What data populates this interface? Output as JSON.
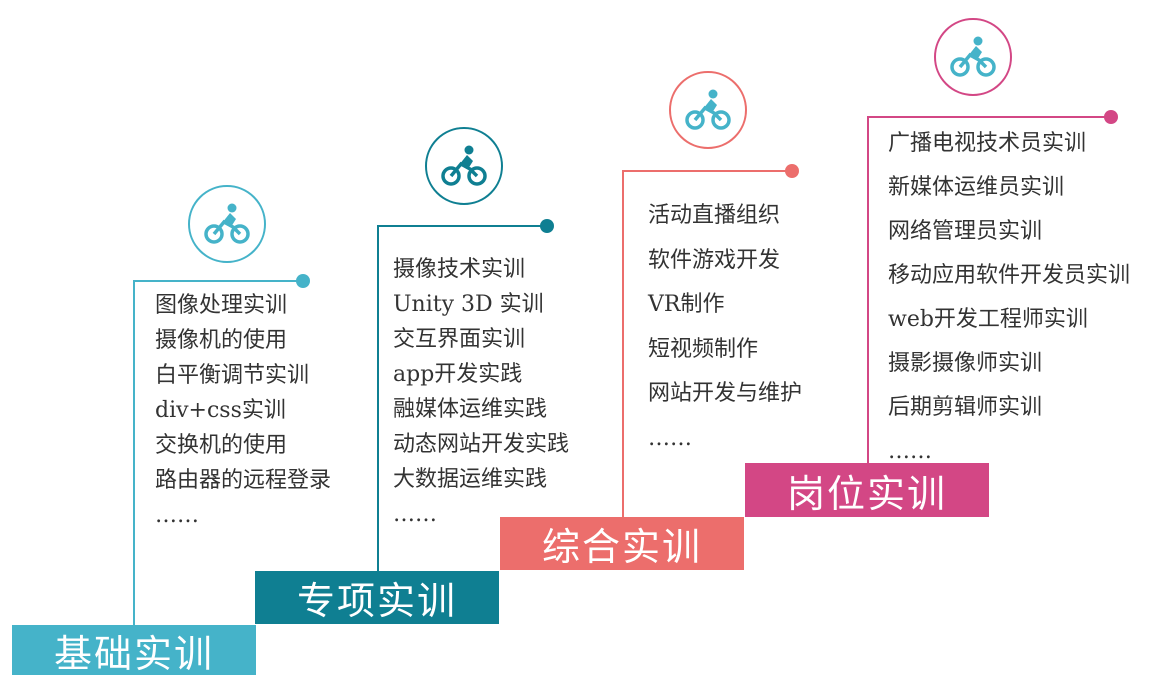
{
  "stages": [
    {
      "title": "基础实训",
      "color": "#45b3c9",
      "items": [
        "图像处理实训",
        "摄像机的使用",
        "白平衡调节实训",
        "div+css实训",
        "交换机的使用",
        "路由器的远程登录",
        "……"
      ]
    },
    {
      "title": "专项实训",
      "color": "#0f7f92",
      "items": [
        "摄像技术实训",
        "Unity 3D 实训",
        "交互界面实训",
        "app开发实践",
        "融媒体运维实践",
        "动态网站开发实践",
        "大数据运维实践",
        "……"
      ]
    },
    {
      "title": "综合实训",
      "color": "#ec6e6c",
      "items": [
        "活动直播组织",
        "软件游戏开发",
        "VR制作",
        "短视频制作",
        "网站开发与维护",
        "……"
      ]
    },
    {
      "title": "岗位实训",
      "color": "#d34785",
      "items": [
        "广播电视技术员实训",
        "新媒体运维员实训",
        "网络管理员实训",
        "移动应用软件开发员实训",
        "web开发工程师实训",
        "摄影摄像师实训",
        "后期剪辑师实训",
        "……"
      ]
    }
  ],
  "icon": "cyclist-icon"
}
